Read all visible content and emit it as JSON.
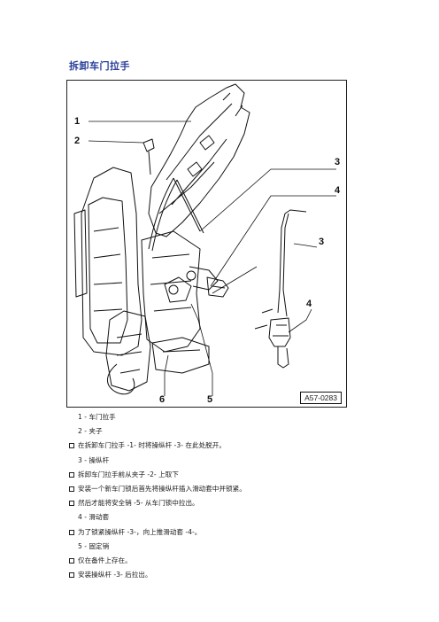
{
  "title": "拆卸车门拉手",
  "figure": {
    "id": "A57-0283",
    "callouts": [
      "1",
      "2",
      "3",
      "4",
      "3",
      "4",
      "6",
      "5"
    ]
  },
  "legend": [
    {
      "type": "item",
      "text": "1 - 车门拉手"
    },
    {
      "type": "item",
      "text": "2 - 夹子"
    },
    {
      "type": "note",
      "text": "在拆卸车门拉手 -1- 时将操纵杆 -3- 在此处脱开。"
    },
    {
      "type": "item",
      "text": "3 - 操纵杆"
    },
    {
      "type": "note",
      "text": "拆卸车门拉手前从夹子 -2- 上取下"
    },
    {
      "type": "note",
      "text": "安装一个新车门锁后首先将操纵杆插入滑动套中并锁紧。"
    },
    {
      "type": "note",
      "text": "然后才能将安全销 -5- 从车门锁中拉出。"
    },
    {
      "type": "item",
      "text": "4 - 滑动套"
    },
    {
      "type": "note",
      "text": "为了锁紧操纵杆 -3-，向上推滑动套 -4-。"
    },
    {
      "type": "item",
      "text": "5 - 固定销"
    },
    {
      "type": "note",
      "text": "仅在备件上存在。"
    },
    {
      "type": "note",
      "text": "安装操纵杆 -3- 后拉出。"
    }
  ]
}
